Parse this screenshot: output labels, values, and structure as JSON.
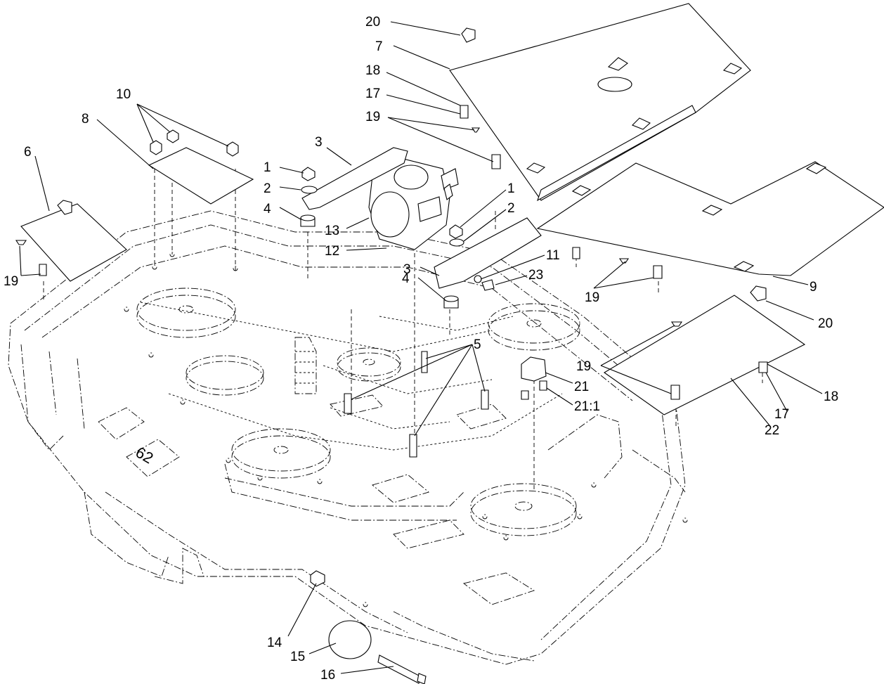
{
  "callouts": {
    "c1a": "1",
    "c1b": "1",
    "c2a": "2",
    "c2b": "2",
    "c3a": "3",
    "c3b": "3",
    "c4a": "4",
    "c4b": "4",
    "c5": "5",
    "c6": "6",
    "c7": "7",
    "c8": "8",
    "c9": "9",
    "c10": "10",
    "c11": "11",
    "c12": "12",
    "c13": "13",
    "c14": "14",
    "c15": "15",
    "c16": "16",
    "c17a": "17",
    "c17b": "17",
    "c18a": "18",
    "c18b": "18",
    "c19a": "19",
    "c19b": "19",
    "c19c": "19",
    "c19d": "19",
    "c20a": "20",
    "c20b": "20",
    "c21": "21",
    "c21_1": "21:1",
    "c22": "22",
    "c23": "23"
  },
  "deck_decal": "62"
}
